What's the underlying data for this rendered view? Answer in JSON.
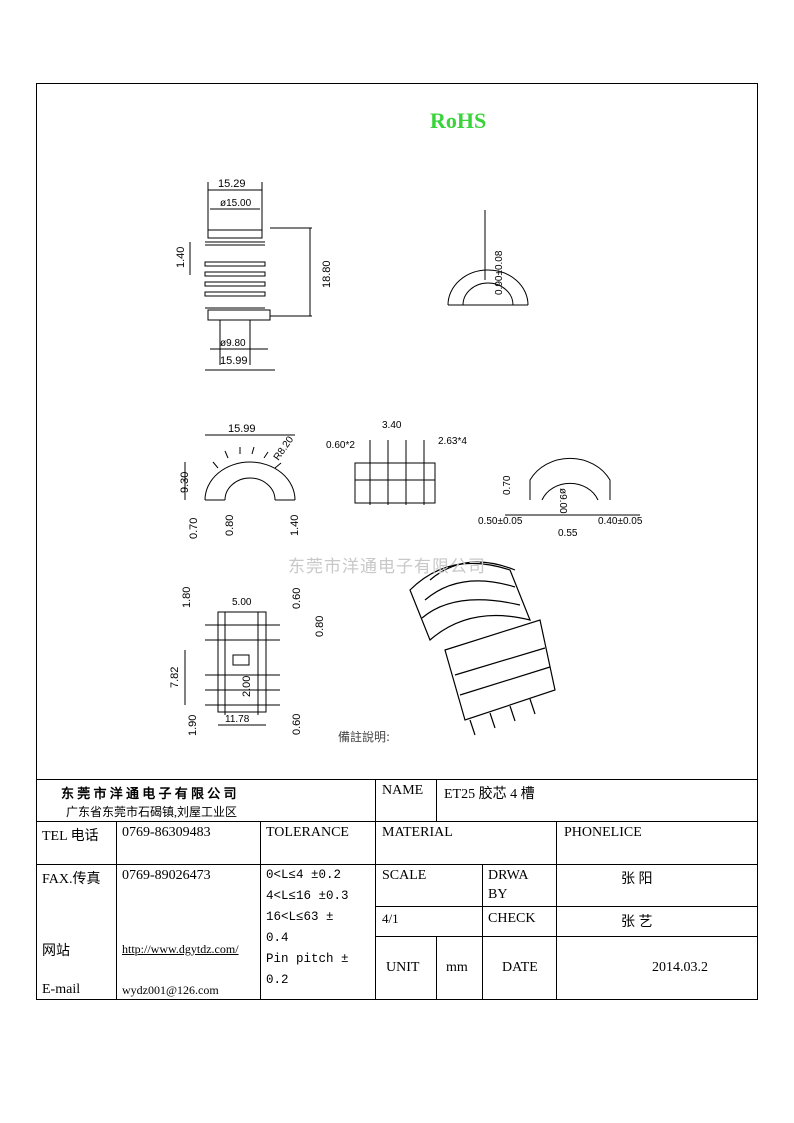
{
  "header": {
    "rohs": "RoHS"
  },
  "watermark": "东莞市洋通电子有限公司",
  "remark": "備註說明:",
  "drawing": {
    "front_view": {
      "top_width": "15.29",
      "inner_dia": "ø15.00",
      "pitch": "1.40",
      "height": "18.80",
      "pin_dia": "ø9.80",
      "base_width": "15.99"
    },
    "arc_view": {
      "thickness": "0.90±0.08"
    },
    "side_view": {
      "width": "15.99",
      "radius": "R8.20",
      "height": "9.30",
      "a": "0.70",
      "b": "0.80",
      "c": "1.40"
    },
    "slot_view": {
      "slot": "0.60*2",
      "gap": "3.40",
      "pitch": "2.63*4"
    },
    "end_view": {
      "h": "0.70",
      "dia": "ø9.00",
      "left": "0.50±0.05",
      "mid": "0.55",
      "right": "0.40±0.05"
    },
    "bottom_view": {
      "top": "1.80",
      "w": "5.00",
      "r1": "0.60",
      "r2": "0.80",
      "h": "7.82",
      "c": "2.00",
      "b1": "1.90",
      "bw": "11.78",
      "b2": "0.60"
    }
  },
  "title_block": {
    "company": "东 莞 市 洋 通 电 子 有 限 公 司",
    "address": "广东省东莞市石碣镇,刘屋工业区",
    "name_label": "NAME",
    "name_value": "ET25 胶芯 4 槽",
    "tel_label": "TEL 电话",
    "tel_value": "0769-86309483",
    "tolerance_label": "TOLERANCE",
    "material_label": "MATERIAL",
    "phonelice_label": "PHONELICE",
    "fax_label": "FAX.传真",
    "fax_value": "0769-89026473",
    "tolerance_lines": [
      "0<L≤4  ±0.2",
      "4<L≤16 ±0.3",
      "16<L≤63 ±",
      "0.4",
      "Pin pitch ±",
      "0.2"
    ],
    "scale_label": "SCALE",
    "drwaby_label_1": "DRWA",
    "drwaby_label_2": "BY",
    "drwaby_value": "张  阳",
    "scale_value": "4/1",
    "check_label": "CHECK",
    "check_value": "张  艺",
    "web_label": "网站",
    "web_value": "http://www.dgytdz.com/",
    "email_label": "E-mail",
    "email_value": "wydz001@126.com",
    "unit_label": "UNIT",
    "unit_value": "mm",
    "date_label": "DATE",
    "date_value": "2014.03.2"
  }
}
